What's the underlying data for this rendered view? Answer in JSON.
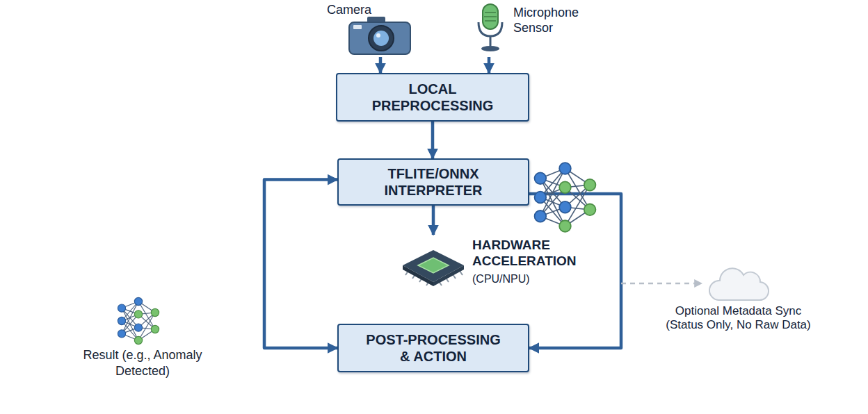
{
  "diagram": {
    "nodes": [
      {
        "text": [
          "Camera"
        ]
      },
      {
        "text": [
          "Microphone Sensor"
        ]
      },
      {
        "text": [
          "LOCAL PREPROCESSING"
        ]
      },
      {
        "text": [
          "TFLITE/ONNX INTERPRETER"
        ]
      },
      {
        "text": [
          "HARDWARE ACCELERATION",
          "(CPU/NPU)"
        ]
      },
      {
        "text": [
          "Optional Metadata Sync (Status Only, No Raw Data)"
        ]
      },
      {
        "text": [
          "POST-PROCESSING & ACTION"
        ]
      }
    ],
    "edges": [
      {
        "from": 0,
        "to": 2,
        "arrow": "to"
      },
      {
        "from": 1,
        "to": 2,
        "arrow": "to"
      },
      {
        "from": 2,
        "to": 3,
        "arrow": "to"
      },
      {
        "from": 3,
        "to": 4,
        "arrow": "to"
      },
      {
        "from": 3,
        "to": 6,
        "arrow": "both"
      },
      {
        "from": 3,
        "to": 6,
        "arrow": "to"
      },
      {
        "from": 3,
        "to": 5,
        "arrow": "to"
      }
    ],
    "labels": [
      "Result (e.g., Anomaly Detected)"
    ]
  }
}
